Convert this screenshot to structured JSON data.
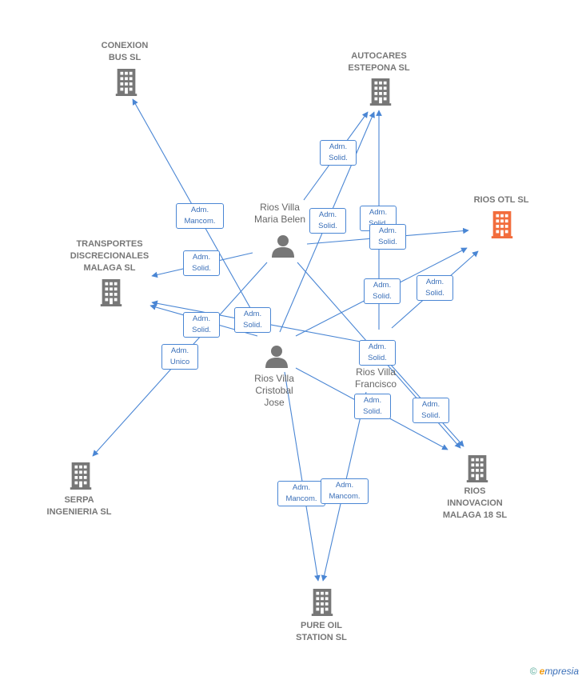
{
  "nodes": {
    "conexion_bus": {
      "label": "CONEXION\nBUS  SL",
      "type": "company"
    },
    "autocares_estepona": {
      "label": "AUTOCARES\nESTEPONA  SL",
      "type": "company"
    },
    "rios_otl": {
      "label": "RIOS OTL  SL",
      "type": "company",
      "highlight": true
    },
    "transportes_discrecionales": {
      "label": "TRANSPORTES\nDISCRECIONALES\nMALAGA SL",
      "type": "company"
    },
    "serpa_ingenieria": {
      "label": "SERPA\nINGENIERIA SL",
      "type": "company"
    },
    "rios_innovacion": {
      "label": "RIOS\nINNOVACION\nMALAGA 18  SL",
      "type": "company"
    },
    "pure_oil": {
      "label": "PURE OIL\nSTATION  SL",
      "type": "company"
    },
    "maria_belen": {
      "label": "Rios Villa\nMaria Belen",
      "type": "person"
    },
    "cristobal_jose": {
      "label": "Rios Villa\nCristobal\nJose",
      "type": "person"
    },
    "francisco": {
      "label": "Rios Villa\nFrancisco",
      "type": "person"
    }
  },
  "edge_labels": [
    "Adm.\nMancom.",
    "Adm.\nSolid.",
    "Adm.\nSolid.",
    "Adm.\nSolid.",
    "Adm.\nSolid.",
    "Adm.\nSolid.",
    "Adm.\nSolid.",
    "Adm.\nSolid.",
    "Adm.\nSolid.",
    "Adm.\nSolid.",
    "Adm.\nUnico",
    "Adm.\nSolid.",
    "Adm.\nSolid.",
    "Adm.\nSolid.",
    "Adm.\nMancom.",
    "Adm.\nMancom."
  ],
  "colors": {
    "edge": "#4a86d4",
    "company": "#777777",
    "focus_company": "#f26d3d",
    "person": "#777777"
  },
  "footer": {
    "copyright": "©",
    "brand": "mpresia",
    "brand_initial": "e"
  }
}
